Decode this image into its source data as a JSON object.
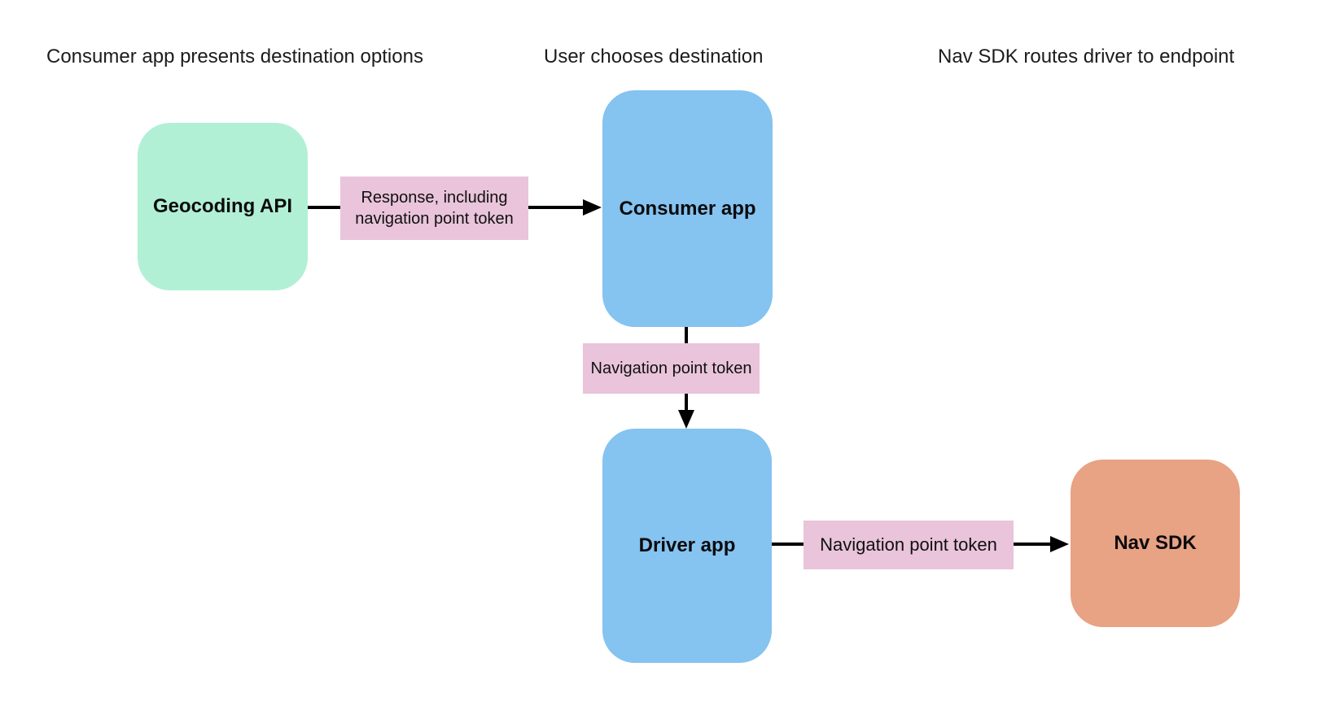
{
  "diagram": {
    "headers": [
      {
        "text": "Consumer app presents destination options"
      },
      {
        "text": "User chooses destination"
      },
      {
        "text": "Nav SDK routes driver to endpoint"
      }
    ],
    "nodes": [
      {
        "id": "geocoding-api",
        "label": "Geocoding API",
        "color": "#b2f0d6"
      },
      {
        "id": "consumer-app",
        "label": "Consumer app",
        "color": "#85c3f0"
      },
      {
        "id": "driver-app",
        "label": "Driver app",
        "color": "#85c3f0"
      },
      {
        "id": "nav-sdk",
        "label": "Nav SDK",
        "color": "#e8a284"
      }
    ],
    "edges": [
      {
        "from": "geocoding-api",
        "to": "consumer-app",
        "label": "Response, including navigation point token"
      },
      {
        "from": "consumer-app",
        "to": "driver-app",
        "label": "Navigation point token"
      },
      {
        "from": "driver-app",
        "to": "nav-sdk",
        "label": "Navigation point token"
      }
    ],
    "colors": {
      "background": "#ffffff",
      "edge_label_background": "#e9c4da",
      "arrow": "#000000",
      "header_text": "#1c1c1e",
      "node_text": "#0b0b0c"
    }
  }
}
